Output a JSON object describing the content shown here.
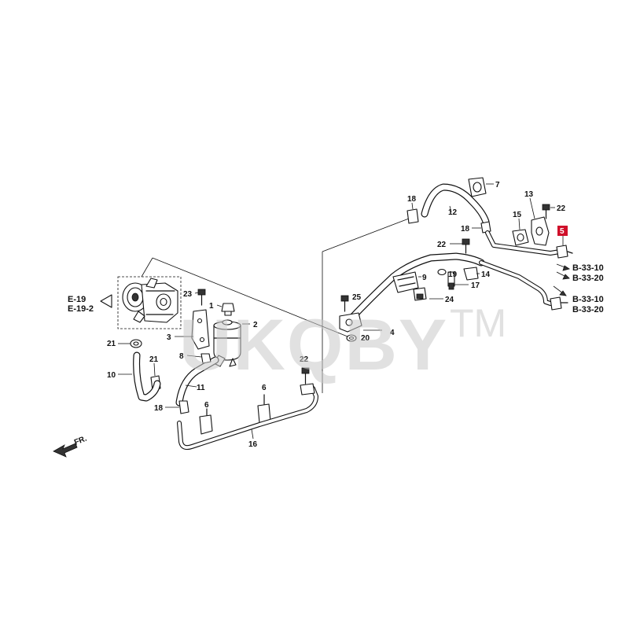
{
  "callouts": {
    "c1": "1",
    "c2": "2",
    "c3": "3",
    "c4": "4",
    "c5": "5",
    "c6a": "6",
    "c6b": "6",
    "c7": "7",
    "c8": "8",
    "c9": "9",
    "c10": "10",
    "c11": "11",
    "c12": "12",
    "c13": "13",
    "c14": "14",
    "c15": "15",
    "c16": "16",
    "c17": "17",
    "c18a": "18",
    "c18b": "18",
    "c18c": "18",
    "c19": "19",
    "c20": "20",
    "c21a": "21",
    "c21b": "21",
    "c22a": "22",
    "c22b": "22",
    "c22c": "22",
    "c23": "23",
    "c24": "24",
    "c25": "25"
  },
  "refs": {
    "e19": "E-19",
    "e192": "E-19-2",
    "b1a": "B-33-10",
    "b1b": "B-33-20",
    "b2a": "B-33-10",
    "b2b": "B-33-20"
  },
  "watermark": {
    "text": "UKQBY",
    "tm": "TM"
  },
  "front_label": "FR.",
  "colors": {
    "highlight": "#d0102a",
    "line": "#111111",
    "watermark": "#c8c8c8"
  }
}
